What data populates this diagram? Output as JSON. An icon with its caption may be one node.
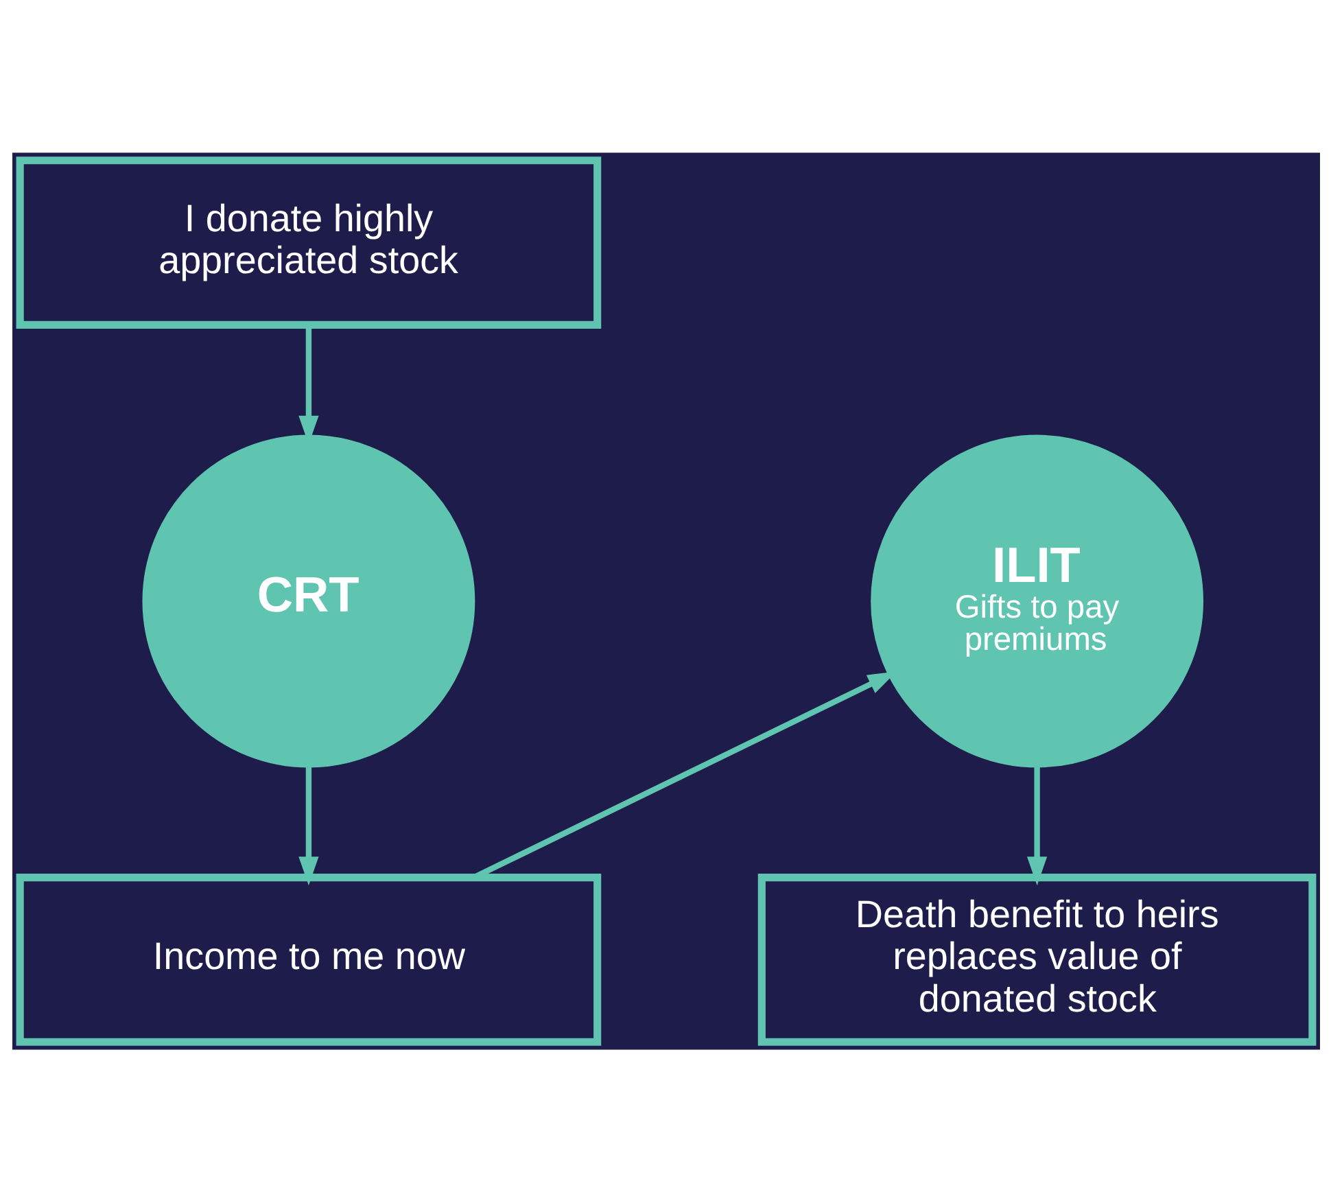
{
  "diagram": {
    "nodes": [
      {
        "text": [
          "I donate highly appreciated stock"
        ]
      },
      {
        "text": [
          "CRT"
        ]
      },
      {
        "text": [
          "ILIT",
          "Gifts to pay premiums"
        ]
      },
      {
        "text": [
          "Income to me now"
        ]
      },
      {
        "text": [
          "Death benefit to heirs replaces value of donated stock"
        ]
      }
    ],
    "edges": [
      {
        "from": 0,
        "to": 1,
        "arrow": "to"
      },
      {
        "from": 1,
        "to": 3,
        "arrow": "to"
      },
      {
        "from": 3,
        "to": 2,
        "arrow": "to"
      },
      {
        "from": 2,
        "to": 4,
        "arrow": "to"
      }
    ]
  }
}
